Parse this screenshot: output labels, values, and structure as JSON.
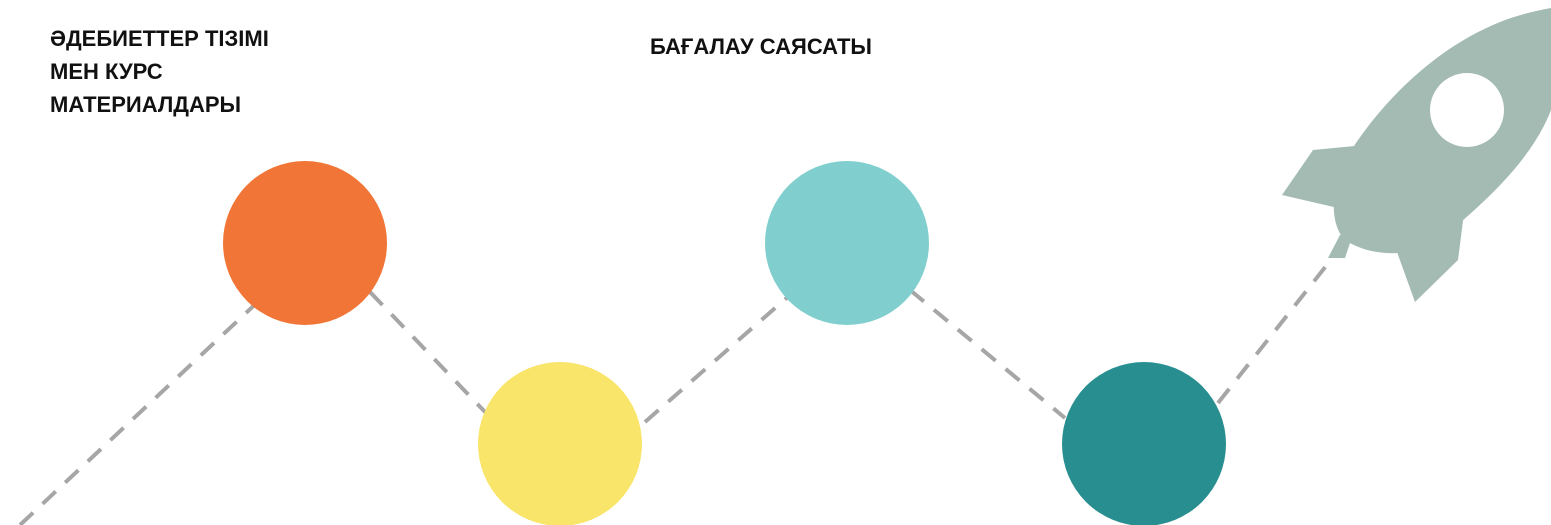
{
  "labels": {
    "left": [
      "ӘДЕБИЕТТЕР ТІЗІМІ",
      "МЕН КУРС",
      "МАТЕРИАЛДАРЫ"
    ],
    "center": "БАҒАЛАУ САЯСАТЫ"
  },
  "colors": {
    "node_orange": "#f07536",
    "node_yellow": "#f9e569",
    "node_light_teal": "#80cece",
    "node_dark_teal": "#288e8f",
    "connector": "#a6a6a6",
    "rocket_body": "#a4bbb4",
    "rocket_window": "#ffffff",
    "text": "#111111"
  },
  "icons": {
    "rocket": "rocket-icon"
  }
}
